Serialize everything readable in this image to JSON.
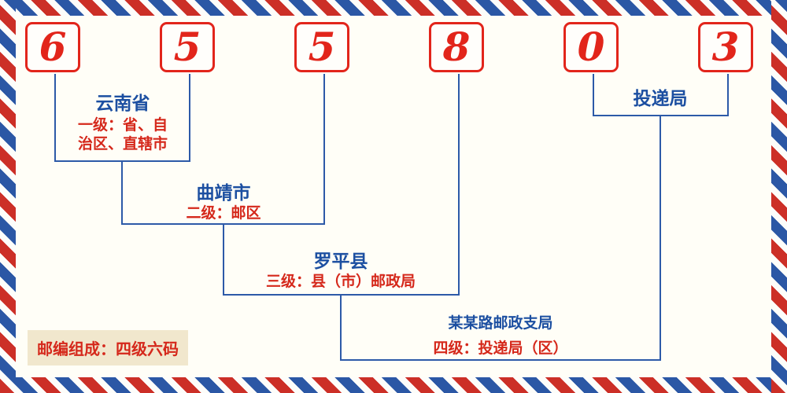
{
  "postal": {
    "digits": [
      "6",
      "5",
      "5",
      "8",
      "0",
      "3"
    ]
  },
  "annotations": {
    "level1": {
      "name": "云南省",
      "desc_line1": "一级：省、自",
      "desc_line2": "治区、直辖市"
    },
    "level2": {
      "name": "曲靖市",
      "desc": "二级：邮区"
    },
    "level3": {
      "name": "罗平县",
      "desc": "三级：县（市）邮政局"
    },
    "level4": {
      "name": "某某路邮政支局",
      "desc": "四级：投递局（区）"
    },
    "delivery": {
      "name": "投递局"
    }
  },
  "footer": {
    "text": "邮编组成：四级六码"
  },
  "colors": {
    "digit_red": "#e2251b",
    "label_blue": "#1c4fa1",
    "desc_red": "#d5281b",
    "line_blue": "#2d5aa8",
    "stripe_red": "#cc2f27",
    "stripe_blue": "#2b57a5",
    "footer_bg": "#f1e7cd",
    "canvas_bg": "#fffef7"
  }
}
